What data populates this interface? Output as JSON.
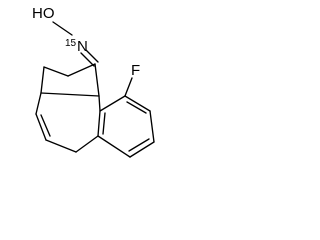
{
  "molecule": {
    "atoms": {
      "hydroxyl": "HO",
      "nitrogen": "N",
      "nitrogen_isotope": "15",
      "fluorine": "F"
    },
    "colors": {
      "bond": "#000000",
      "text": "#000000",
      "background": "#ffffff"
    }
  }
}
